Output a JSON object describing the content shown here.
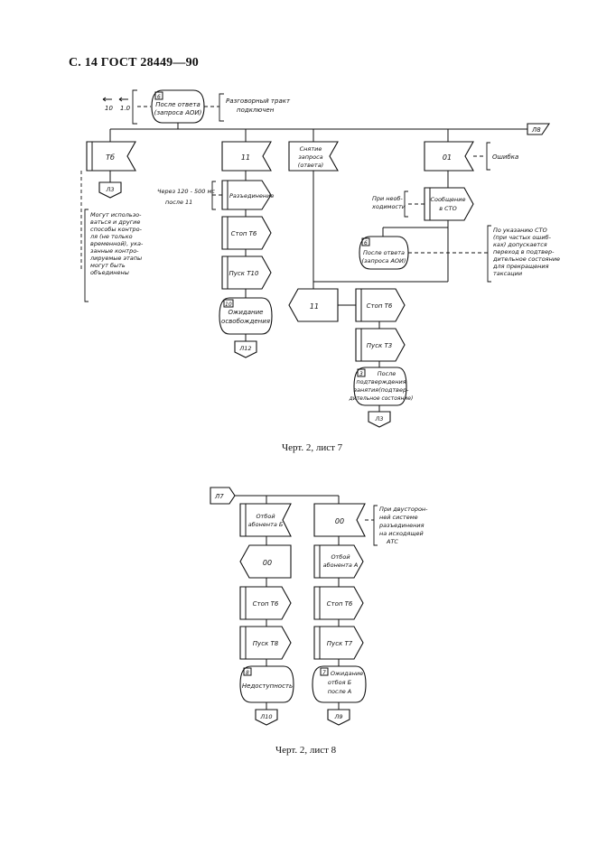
{
  "header": {
    "title": "С. 14 ГОСТ 28449—90"
  },
  "captions": {
    "sheet7": "Черт. 2, лист 7",
    "sheet8": "Черт. 2, лист 8"
  },
  "sheet7": {
    "state_6": {
      "num": "6",
      "line1": "После ответа",
      "line2": "(запроса АОИ)"
    },
    "inputs_left": [
      "10",
      "1.0"
    ],
    "note_top": [
      "Разговорный тракт",
      "подключен"
    ],
    "connector_l8": "Л8",
    "col1": {
      "input": "Тб",
      "connector": "Л3",
      "note": [
        "Могут использо-",
        "ваться и другие",
        "способы контро-",
        "ля (не только",
        "временной), ука-",
        "занные контро-",
        "лируемые этапы",
        "могут быть",
        "объединены"
      ]
    },
    "col2": {
      "input": "11",
      "timing_note": [
        "Через 120 - 500 мс",
        "после 11"
      ],
      "out1": "Разъединение",
      "task1": "Стоп Т6",
      "task2": "Пуск Т10",
      "state_10": {
        "num": "10",
        "line1": "Ожидание",
        "line2": "освобождения"
      },
      "connector": "Л12"
    },
    "col3": {
      "input": [
        "Снятие",
        "запроса",
        "(ответа)"
      ]
    },
    "col4": {
      "input": "01",
      "error_note": "Ошибка",
      "side_note": [
        "При необ-",
        "ходимости"
      ],
      "out1": [
        "Сообщение",
        "в СТО"
      ],
      "state_6b": {
        "num": "6",
        "line1": "После ответа",
        "line2": "(запроса АОИ)"
      },
      "sto_note": [
        "По указанию СТО",
        "(при частых ошиб-",
        "ках) допускается",
        "переход в подтвер-",
        "дительное состояние",
        "для прекращения",
        "таксации"
      ]
    },
    "lower": {
      "input": "11",
      "task1": "Стоп Т6",
      "task2": "Пуск Т3",
      "state_3": {
        "num": "3",
        "line1": "После",
        "line2": "подтверждения",
        "line3": "занятия(подтвер-",
        "line4": "дительное состояние)"
      },
      "connector": "Л3"
    }
  },
  "sheet8": {
    "connector_l7": "Л7",
    "left": {
      "input": [
        "Отбой",
        "абонента Б"
      ],
      "output": "00",
      "task1": "Стоп Т6",
      "task2": "Пуск Т8",
      "state_8": {
        "num": "8",
        "line1": "Недоступность"
      },
      "connector": "Л10"
    },
    "right": {
      "input": "00",
      "note": [
        "При двусторон-",
        "ней системе",
        "разъединения",
        "на исходящей",
        "АТС"
      ],
      "output": [
        "Отбой",
        "абонента А"
      ],
      "task1": "Стоп Т6",
      "task2": "Пуск Т7",
      "state_7": {
        "num": "7",
        "line1": "Ожидание",
        "line2": "отбоя Б",
        "line3": "после А"
      },
      "connector": "Л9"
    }
  }
}
